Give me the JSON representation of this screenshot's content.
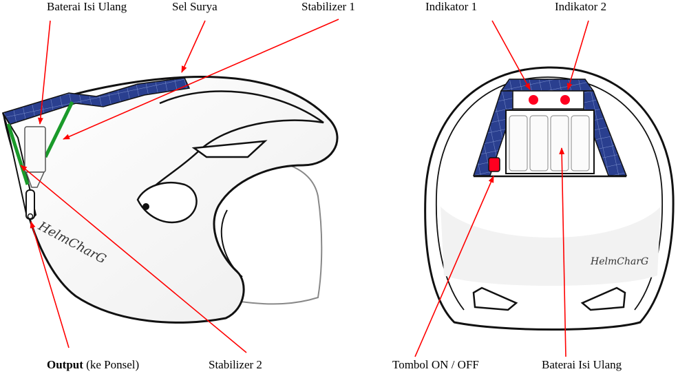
{
  "left_helmet": {
    "labels": {
      "battery": "Baterai Isi Ulang",
      "solar_cell": "Sel Surya",
      "stabilizer_1": "Stabilizer 1",
      "stabilizer_2": "Stabilizer 2",
      "output_bold": "Output",
      "output_rest": " (ke Ponsel)"
    },
    "brand": "HelmCharG"
  },
  "right_helmet": {
    "labels": {
      "indicator_1": "Indikator 1",
      "indicator_2": "Indikator 2",
      "power_button": "Tombol ON / OFF",
      "battery": "Baterai Isi Ulang"
    },
    "brand": "HelmCharG"
  },
  "colors": {
    "annotation_arrow": "#ff0000",
    "solar_panel": "#2a3f8f",
    "stabilizer": "#1a9a2a",
    "indicator": "#ff0020",
    "outline": "#111111"
  }
}
